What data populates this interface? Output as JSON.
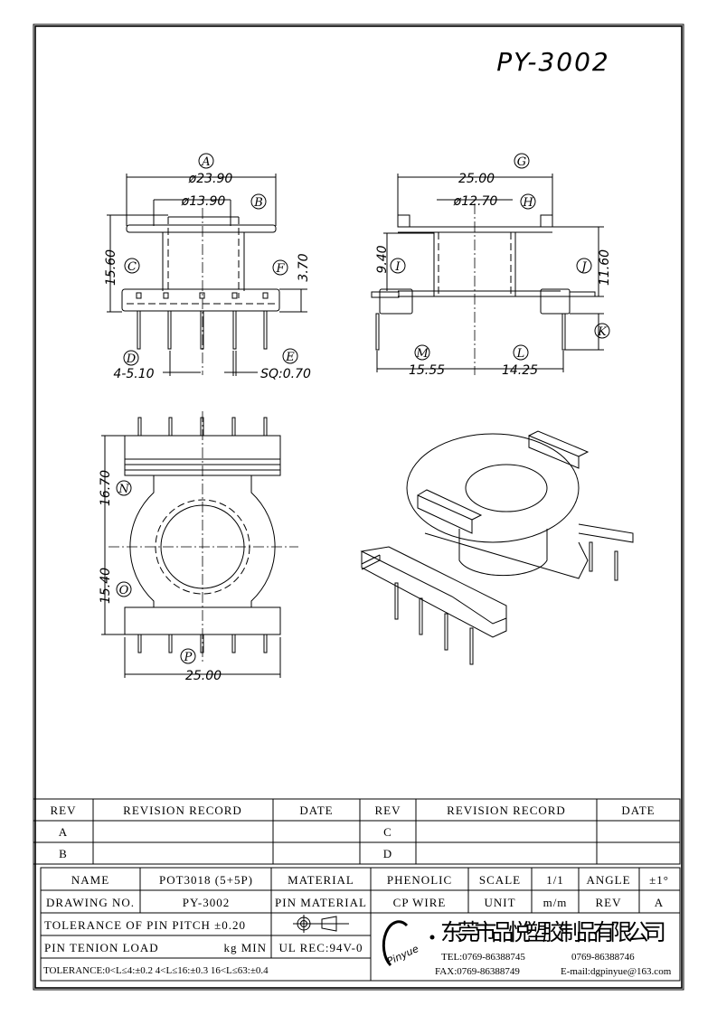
{
  "title": "PY-3002",
  "front_view": {
    "A": "A",
    "A_value": "ø23.90",
    "B": "B",
    "B_value": "ø13.90",
    "C": "C",
    "C_value": "15.60",
    "F": "F",
    "F_value": "3.70",
    "D": "D",
    "D_value": "4-5.10",
    "E": "E",
    "E_value": "SQ:0.70"
  },
  "side_view": {
    "G": "G",
    "G_value": "25.00",
    "H": "H",
    "H_value": "ø12.70",
    "I": "I",
    "I_value": "9.40",
    "J": "J",
    "J_value": "11.60",
    "K": "K",
    "M": "M",
    "M_value": "15.55",
    "L": "L",
    "L_value": "14.25"
  },
  "bottom_view": {
    "N": "N",
    "N_value": "16.70",
    "O": "O",
    "O_value": "15.40",
    "P": "P",
    "P_value": "25.00"
  },
  "revision_table": {
    "headers": [
      "REV",
      "REVISION RECORD",
      "DATE",
      "REV",
      "REVISION RECORD",
      "DATE"
    ],
    "rows": [
      [
        "A",
        "",
        "",
        "C",
        "",
        ""
      ],
      [
        "B",
        "",
        "",
        "D",
        "",
        ""
      ]
    ]
  },
  "title_block": {
    "name_label": "NAME",
    "name_value": "POT3018 (5+5P)",
    "material_label": "MATERIAL",
    "material_value": "PHENOLIC",
    "scale_label": "SCALE",
    "scale_value": "1/1",
    "angle_label": "ANGLE",
    "angle_value": "±1°",
    "drawing_no_label": "DRAWING NO.",
    "drawing_no_value": "PY-3002",
    "pin_material_label": "PIN MATERIAL",
    "pin_material_value": "CP WIRE",
    "unit_label": "UNIT",
    "unit_value": "m/m",
    "rev_label": "REV",
    "rev_value": "A",
    "pin_pitch_tolerance": "TOLERANCE OF PIN PITCH ±0.20",
    "pin_tension_label": "PIN TENION LOAD",
    "pin_tension_unit": "kg MIN",
    "ul_rec": "UL REC:94V-0",
    "tolerance": "TOLERANCE:0<L≤4:±0.2  4<L≤16:±0.3  16<L≤63:±0.4",
    "logo_text": "Pinyue",
    "company": "东莞市品悦塑胶制品有限公司",
    "tel": "TEL:0769-86388745",
    "tel2": "0769-86388746",
    "fax": "FAX:0769-86388749",
    "email": "E-mail:dgpinyue@163.com"
  }
}
